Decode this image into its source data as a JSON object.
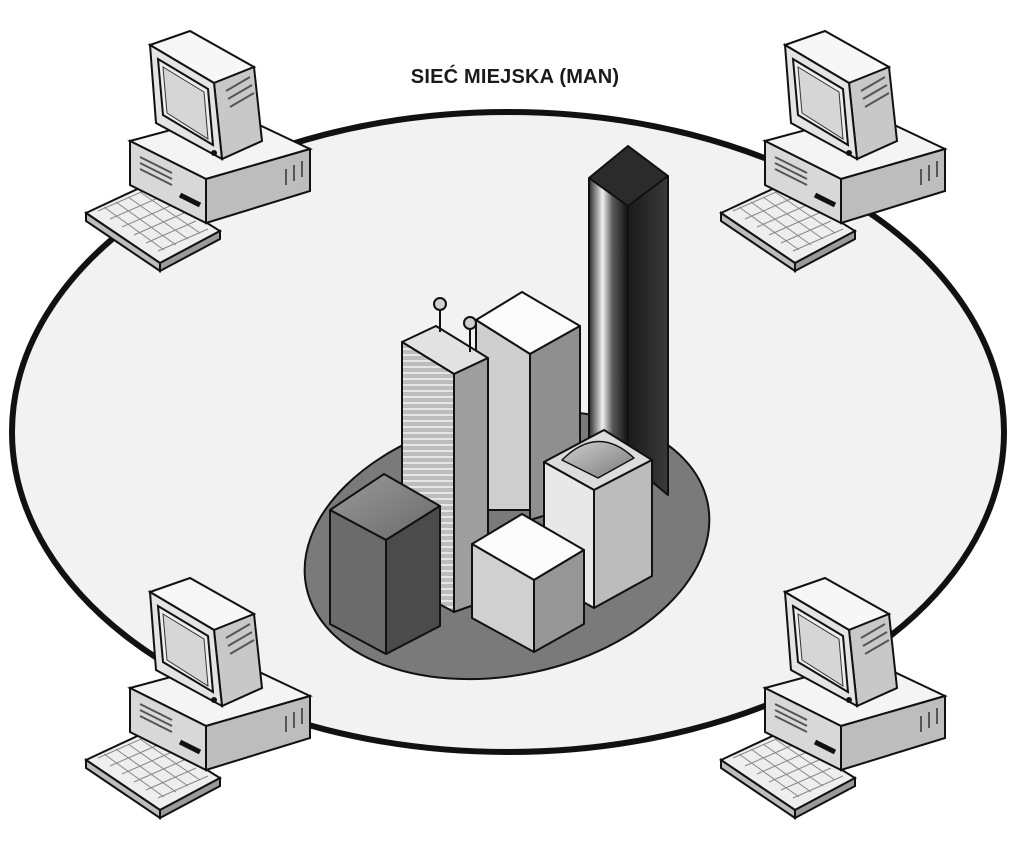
{
  "diagram": {
    "title": "SIEĆ MIEJSKA (MAN)",
    "network_ring": {
      "fill": "#f2f2f2",
      "stroke": "#111111"
    },
    "city": {
      "ground_fill": "#7a7a7a",
      "buildings": 6,
      "antennas": 2
    },
    "computers": [
      {
        "name": "computer-top-left",
        "icon": "desktop-computer-icon"
      },
      {
        "name": "computer-top-right",
        "icon": "desktop-computer-icon"
      },
      {
        "name": "computer-bottom-left",
        "icon": "desktop-computer-icon"
      },
      {
        "name": "computer-bottom-right",
        "icon": "desktop-computer-icon"
      }
    ]
  }
}
